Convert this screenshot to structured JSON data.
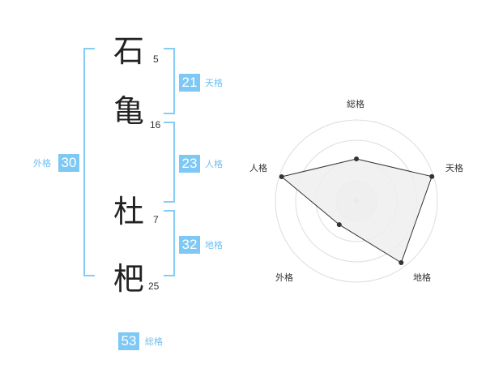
{
  "name_chars": [
    {
      "char": "石",
      "strokes": "5"
    },
    {
      "char": "亀",
      "strokes": "16"
    },
    {
      "char": "杜",
      "strokes": "7"
    },
    {
      "char": "杷",
      "strokes": "25"
    }
  ],
  "fortunes": {
    "tenkaku": {
      "value": "21",
      "label": "天格"
    },
    "jinkaku": {
      "value": "23",
      "label": "人格"
    },
    "chikaku": {
      "value": "32",
      "label": "地格"
    },
    "gaikaku": {
      "value": "30",
      "label": "外格"
    },
    "soukaku": {
      "value": "53",
      "label": "総格"
    }
  },
  "colors": {
    "accent": "#7ec8f5",
    "bracket": "#86cdf5",
    "label": "#6fbfef",
    "radar_fill": "#eeeeee",
    "radar_line": "#333333",
    "grid": "#dddddd"
  },
  "chart_data": {
    "type": "radar",
    "axes": [
      "総格",
      "天格",
      "地格",
      "外格",
      "人格"
    ],
    "values": [
      0.52,
      0.98,
      0.94,
      0.36,
      0.97
    ],
    "range": [
      0,
      1
    ],
    "grid_rings": 4,
    "legend": "none"
  }
}
